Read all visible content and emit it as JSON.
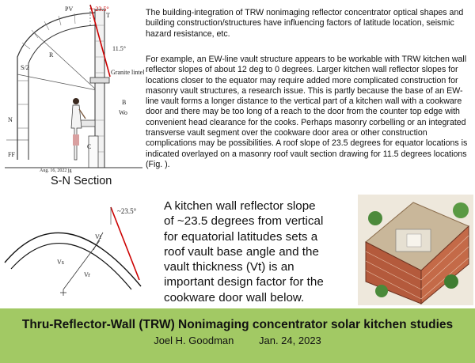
{
  "paragraphs": [
    "The building-integration of TRW nonimaging reflector concentrator optical shapes and building construction/structures have influencing factors of latitude location, seismic hazard resistance, etc.",
    "For example, an EW-line vault structure appears to be workable with TRW kitchen wall reflector slopes of about 12 deg to 0 degrees. Larger kitchen wall reflector slopes for locations closer to the equator may require added more complicated construction for masonry vault structures, a research issue. This is partly because the base of an EW-line vault forms a longer distance to the vertical part of a kitchen wall with a cookware door and there may be too long of a reach to the door from the counter top edge with convenient head clearance for the cooks. Perhaps masonry corbelling or an integrated transverse vault segment over the cookware door area or other construction complications may be possibilities. A roof slope of 23.5 degrees for equator locations is indicated overlayed on a masonry roof vault section drawing for 11.5 degrees locations (Fig.   )."
  ],
  "section_caption": "S-N Section",
  "callout_text": "A kitchen wall reflector slope of ~23.5 degrees from vertical for equatorial latitudes sets  a roof vault base angle and the vault thickness (Vt) is an important design factor for the cookware door wall below.",
  "section_drawing": {
    "labels": [
      "PV",
      "~23.5°",
      "T",
      "11.5°",
      "S/2",
      "R",
      "Granite lintel",
      "B",
      "Wo",
      "N",
      "C",
      "FF",
      "Aug. 16, 2022 jg"
    ]
  },
  "vault_diagram": {
    "labels": [
      "~23.5°",
      "Vt",
      "Vs",
      "Vr"
    ]
  },
  "footer": {
    "title": "Thru-Reflector-Wall (TRW) Nonimaging concentrator solar kitchen studies",
    "author": "Joel H. Goodman",
    "date": "Jan. 24, 2023",
    "background": "#a2c964"
  },
  "colors": {
    "accent_red": "#cc0000"
  }
}
